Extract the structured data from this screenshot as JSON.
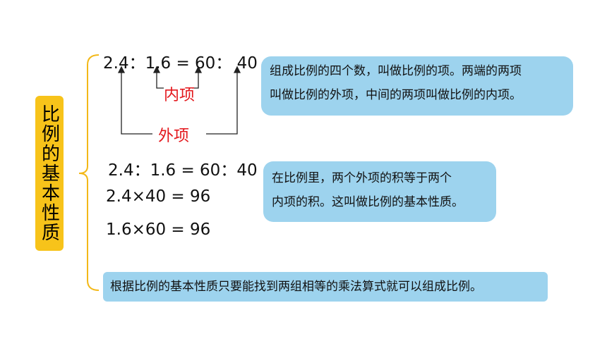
{
  "title": "比例的基本性质",
  "ratio_top": "2.4：1.6 = 60：  40",
  "inner_label": "内项",
  "outer_label": "外项",
  "callout1": {
    "line1": "组成比例的四个数，叫做比例的项。两端的两项",
    "line2": "叫做比例的外项，中间的两项叫做比例的内项。"
  },
  "ratio_mid": "2.4：1.6 = 60：40",
  "product_outer": "2.4×40 = 96",
  "product_inner": "1.6×60 = 96",
  "callout2": {
    "line1": "在比例里，两个外项的积等于两个",
    "line2": "内项的积。这叫做比例的基本性质。"
  },
  "callout3": "根据比例的基本性质只要能找到两组相等的乘法算式就可以组成比例。",
  "colors": {
    "title_bg": "#f7c31a",
    "bracket": "#f3b817",
    "callout_bg": "#9dd3ee",
    "highlight": "#e3161b"
  }
}
